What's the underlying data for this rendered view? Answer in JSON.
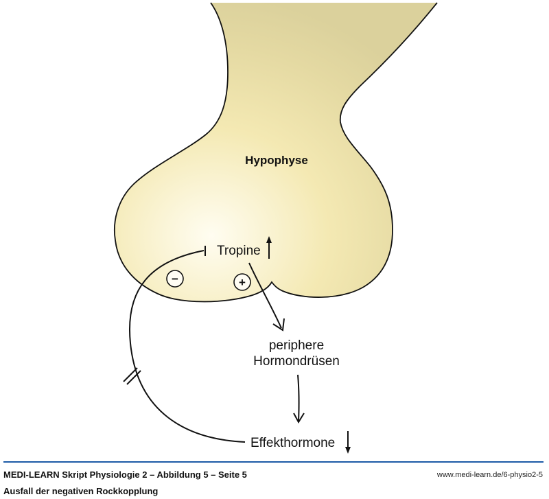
{
  "diagram": {
    "organ_label": "Hypophyse",
    "tropine_label": "Tropine",
    "tropine_trend": "up",
    "glands_label_line1": "periphere",
    "glands_label_line2": "Hormondrüsen",
    "effect_label": "Effekthormone",
    "effect_trend": "down",
    "minus_sign": "−",
    "plus_sign": "+",
    "colors": {
      "organ_fill_light": "#fffbea",
      "organ_fill_mid": "#f3e7ae",
      "organ_fill_dark": "#ddd4a0",
      "stroke": "#111111"
    }
  },
  "footer": {
    "title": "MEDI-LEARN Skript Physiologie 2 – Abbildung 5 – Seite 5",
    "subtitle": "Ausfall der negativen Rockkopplung",
    "url": "www.medi-learn.de/6-physio2-5",
    "rule_color": "#1b5aa6"
  }
}
